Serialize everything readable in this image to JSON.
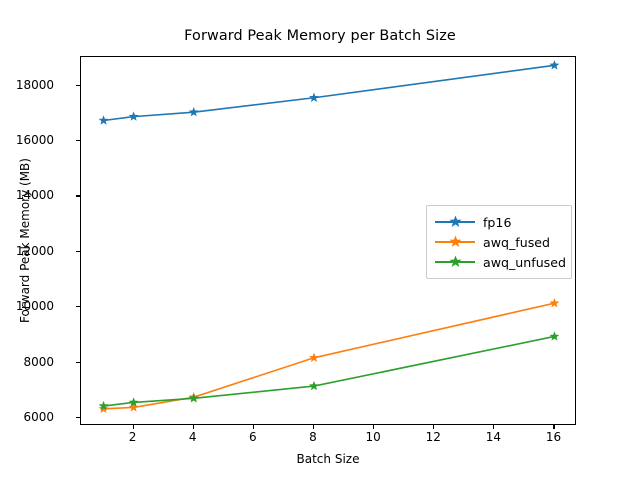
{
  "chart_data": {
    "type": "line",
    "title": "Forward Peak Memory per Batch Size",
    "xlabel": "Batch Size",
    "ylabel": "Forward Peak Memory (MB)",
    "x": [
      1,
      2,
      4,
      8,
      16
    ],
    "xlim": [
      0.25,
      16.75
    ],
    "ylim": [
      5720,
      19030
    ],
    "xticks": [
      2,
      4,
      6,
      8,
      10,
      12,
      14,
      16
    ],
    "xtick_labels": [
      "2",
      "4",
      "6",
      "8",
      "10",
      "12",
      "14",
      "16"
    ],
    "yticks": [
      6000,
      8000,
      10000,
      12000,
      14000,
      16000,
      18000
    ],
    "ytick_labels": [
      "6000",
      "8000",
      "10000",
      "12000",
      "14000",
      "16000",
      "18000"
    ],
    "grid": false,
    "legend_position": "center-right",
    "marker": "star",
    "series": [
      {
        "name": "fp16",
        "color": "#1f77b4",
        "values": [
          16740,
          16880,
          17040,
          17560,
          18730
        ]
      },
      {
        "name": "awq_fused",
        "color": "#ff7f0e",
        "values": [
          6340,
          6390,
          6760,
          8180,
          10150
        ]
      },
      {
        "name": "awq_unfused",
        "color": "#2ca02c",
        "values": [
          6440,
          6570,
          6720,
          7160,
          8950
        ]
      }
    ]
  },
  "legend": {
    "items": [
      {
        "label": "fp16"
      },
      {
        "label": "awq_fused"
      },
      {
        "label": "awq_unfused"
      }
    ]
  }
}
